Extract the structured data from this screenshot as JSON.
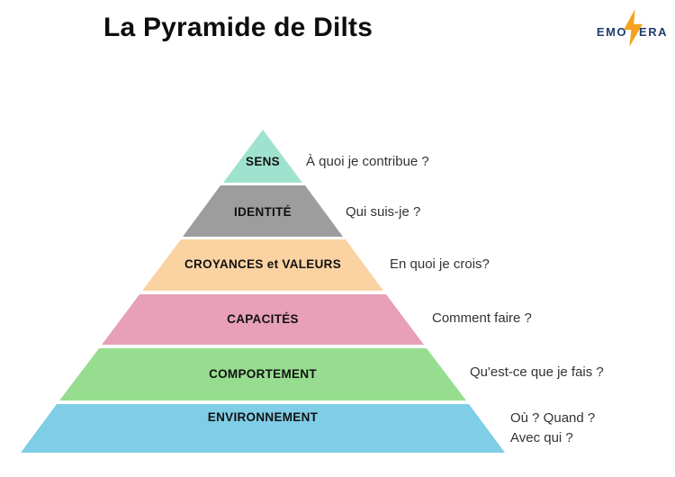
{
  "title": "La Pyramide de Dilts",
  "logo": {
    "prefix": "EMO",
    "suffix": "ERA",
    "bolt_icon": "lightning-bolt",
    "text_color": "#1f3c6e",
    "bolt_color": "#f5a31f"
  },
  "pyramid": {
    "levels": [
      {
        "label": "SENS",
        "question": "À quoi je contribue ?",
        "color": "#9fe3cf"
      },
      {
        "label": "IDENTITÉ",
        "question": "Qui suis-je ?",
        "color": "#9d9d9d"
      },
      {
        "label": "CROYANCES et VALEURS",
        "question": "En quoi je crois?",
        "color": "#fbd3a3"
      },
      {
        "label": "CAPACITÉS",
        "question": "Comment faire ?",
        "color": "#e8a0b8"
      },
      {
        "label": "COMPORTEMENT",
        "question": "Qu'est-ce que je fais ?",
        "color": "#97dd90"
      },
      {
        "label": "ENVIRONNEMENT",
        "question": "Où ? Quand ?\nAvec qui ?",
        "color": "#7fcde6"
      }
    ]
  }
}
